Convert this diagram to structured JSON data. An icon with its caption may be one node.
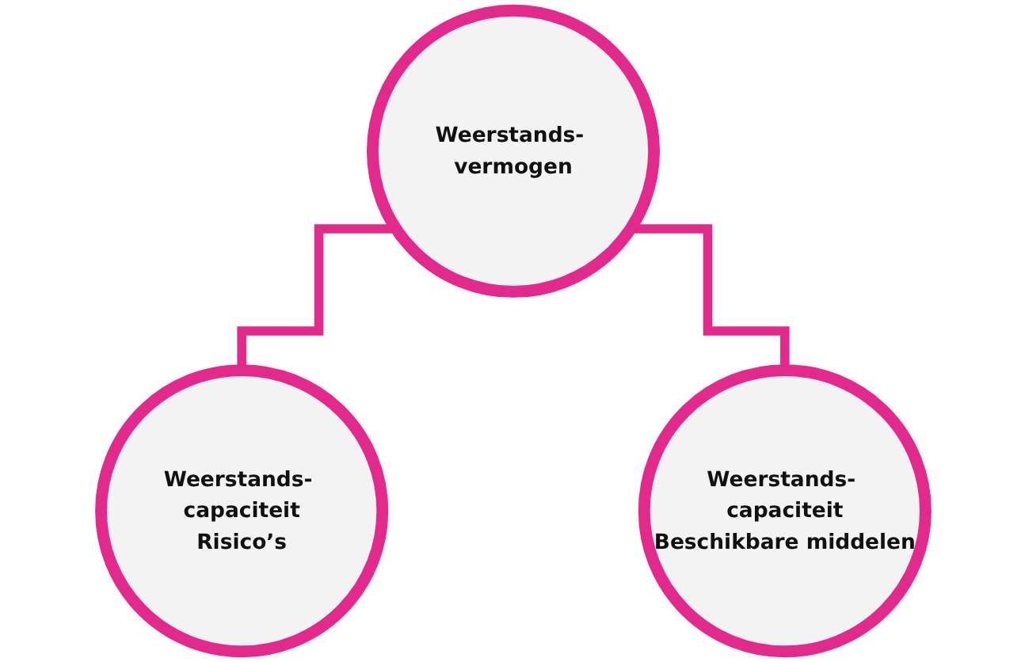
{
  "diagram": {
    "nodes": [
      {
        "text": [
          "Weerstands- vermogen"
        ]
      },
      {
        "text": [
          "Weerstands- capaciteit",
          "Risico’s"
        ]
      },
      {
        "text": [
          "Weerstands- capaciteit",
          "Beschikbare middelen"
        ]
      }
    ],
    "edges": [
      {
        "from": 0,
        "to": 1,
        "arrow": "none"
      },
      {
        "from": 0,
        "to": 2,
        "arrow": "none"
      }
    ]
  }
}
